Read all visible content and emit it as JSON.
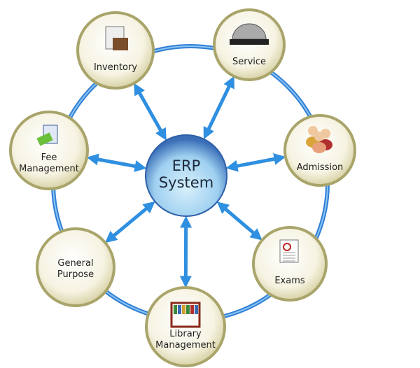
{
  "center": {
    "line1": "ERP",
    "line2": "System"
  },
  "modules": [
    {
      "id": "inventory",
      "lines": [
        "Inventory"
      ],
      "icon": "clipboard-box-icon"
    },
    {
      "id": "service",
      "lines": [
        "Service"
      ],
      "icon": "service-bell-icon"
    },
    {
      "id": "fee-management",
      "lines": [
        "Fee",
        "Management"
      ],
      "icon": "money-notepad-icon"
    },
    {
      "id": "admission",
      "lines": [
        "Admission"
      ],
      "icon": "people-icon"
    },
    {
      "id": "general-purpose",
      "lines": [
        "General",
        "Purpose"
      ],
      "icon": ""
    },
    {
      "id": "exams",
      "lines": [
        "Exams"
      ],
      "icon": "exam-paper-icon"
    },
    {
      "id": "library-management",
      "lines": [
        "Library",
        "Management"
      ],
      "icon": "bookshelf-icon"
    }
  ],
  "colors": {
    "ring": "#2f7fd6",
    "arrow": "#2f8fe0",
    "node_border": "#a9a46a",
    "center": "#9fd0f0"
  }
}
